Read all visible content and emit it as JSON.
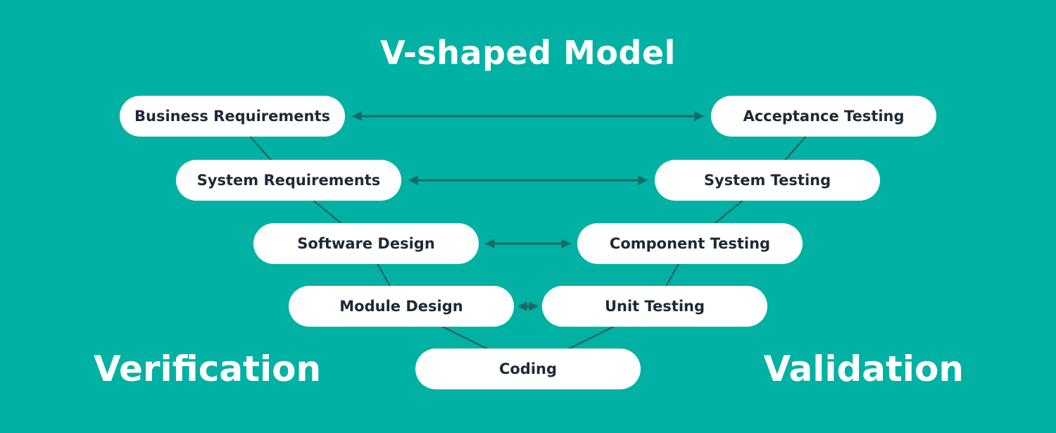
{
  "diagram": {
    "title": "V-shaped Model",
    "side_labels": {
      "left": "Verification",
      "right": "Validation"
    },
    "nodes": {
      "business_requirements": "Business Requirements",
      "system_requirements": "System Requirements",
      "software_design": "Software Design",
      "module_design": "Module Design",
      "coding": "Coding",
      "unit_testing": "Unit Testing",
      "component_testing": "Component Testing",
      "system_testing": "System Testing",
      "acceptance_testing": "Acceptance Testing"
    },
    "relations": [
      "Business Requirements <-> Acceptance Testing",
      "System Requirements <-> System Testing",
      "Software Design <-> Component Testing",
      "Module Design <-> Unit Testing"
    ],
    "colors": {
      "background": "#00b1a4",
      "node_fill": "#ffffff",
      "node_text": "#1d2935",
      "arrow": "#1a6a62",
      "connector": "#2b5a5c",
      "heading_text": "#ffffff"
    }
  }
}
